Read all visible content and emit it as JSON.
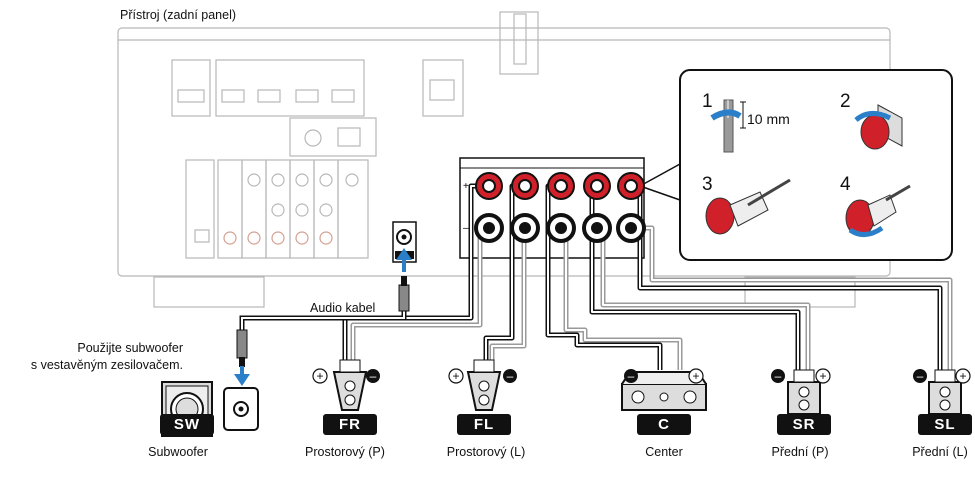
{
  "panel_title": "Přístroj (zadní panel)",
  "audio_cable_label": "Audio kabel",
  "subwoofer_note": [
    "Použijte subwoofer",
    "s vestavěným zesilovačem."
  ],
  "inset": {
    "steps": [
      "1",
      "2",
      "3",
      "4"
    ],
    "strip_length": "10 mm"
  },
  "speakers": [
    {
      "badge": "SW",
      "label": "Subwoofer"
    },
    {
      "badge": "FR",
      "label": "Prostorový (P)"
    },
    {
      "badge": "FL",
      "label": "Prostorový (L)"
    },
    {
      "badge": "C",
      "label": "Center"
    },
    {
      "badge": "SR",
      "label": "Přední (P)"
    },
    {
      "badge": "SL",
      "label": "Přední (L)"
    }
  ],
  "colors": {
    "terminal_red": "#d0202a",
    "arrow_blue": "#2a7fc8",
    "panel_line": "#b5b5b5",
    "badge_bg": "#111111"
  }
}
